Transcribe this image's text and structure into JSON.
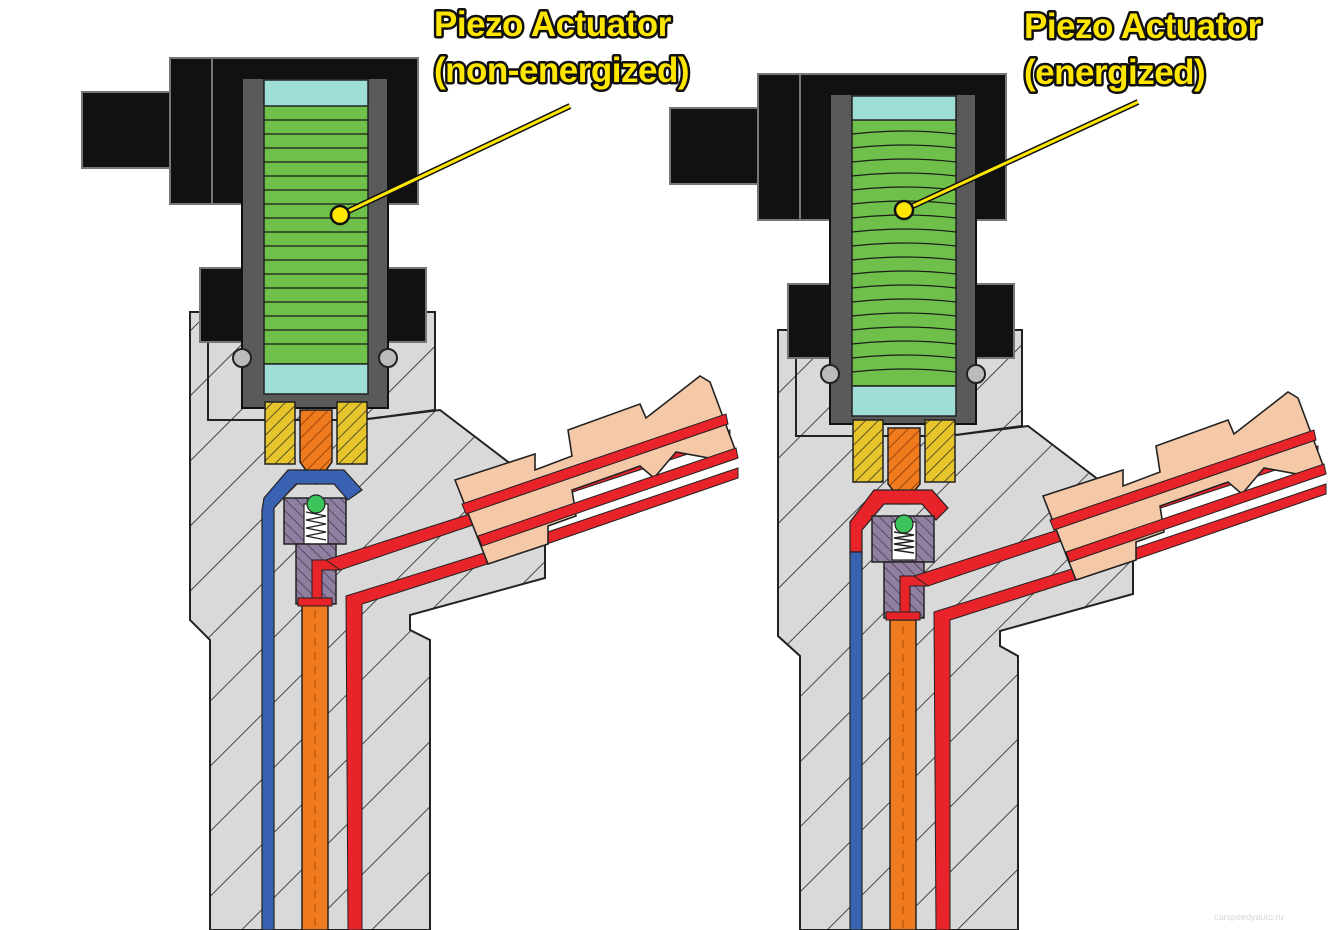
{
  "panels": [
    {
      "state": "non-energized",
      "label_line1": "Piezo Actuator",
      "label_line2": "(non-energized)"
    },
    {
      "state": "energized",
      "label_line1": "Piezo Actuator",
      "label_line2": "(energized)"
    }
  ],
  "watermark": "carspeedyauto.ru",
  "colors": {
    "housing": "#d9d9d9",
    "housing_hatch": "#222222",
    "connector": "#111111",
    "piezo_stack": "#6ec04a",
    "piezo_cap": "#9fded6",
    "stack_sleeve": "#5a5a5a",
    "return_line": "#3a62b3",
    "high_pressure": "#e8232a",
    "needle": "#f07b1e",
    "valve_body": "#8f7fa0",
    "yellow_insert": "#e6c52c",
    "fuel_fitting": "#f5c8a8",
    "callout_fill": "#ffe600"
  }
}
